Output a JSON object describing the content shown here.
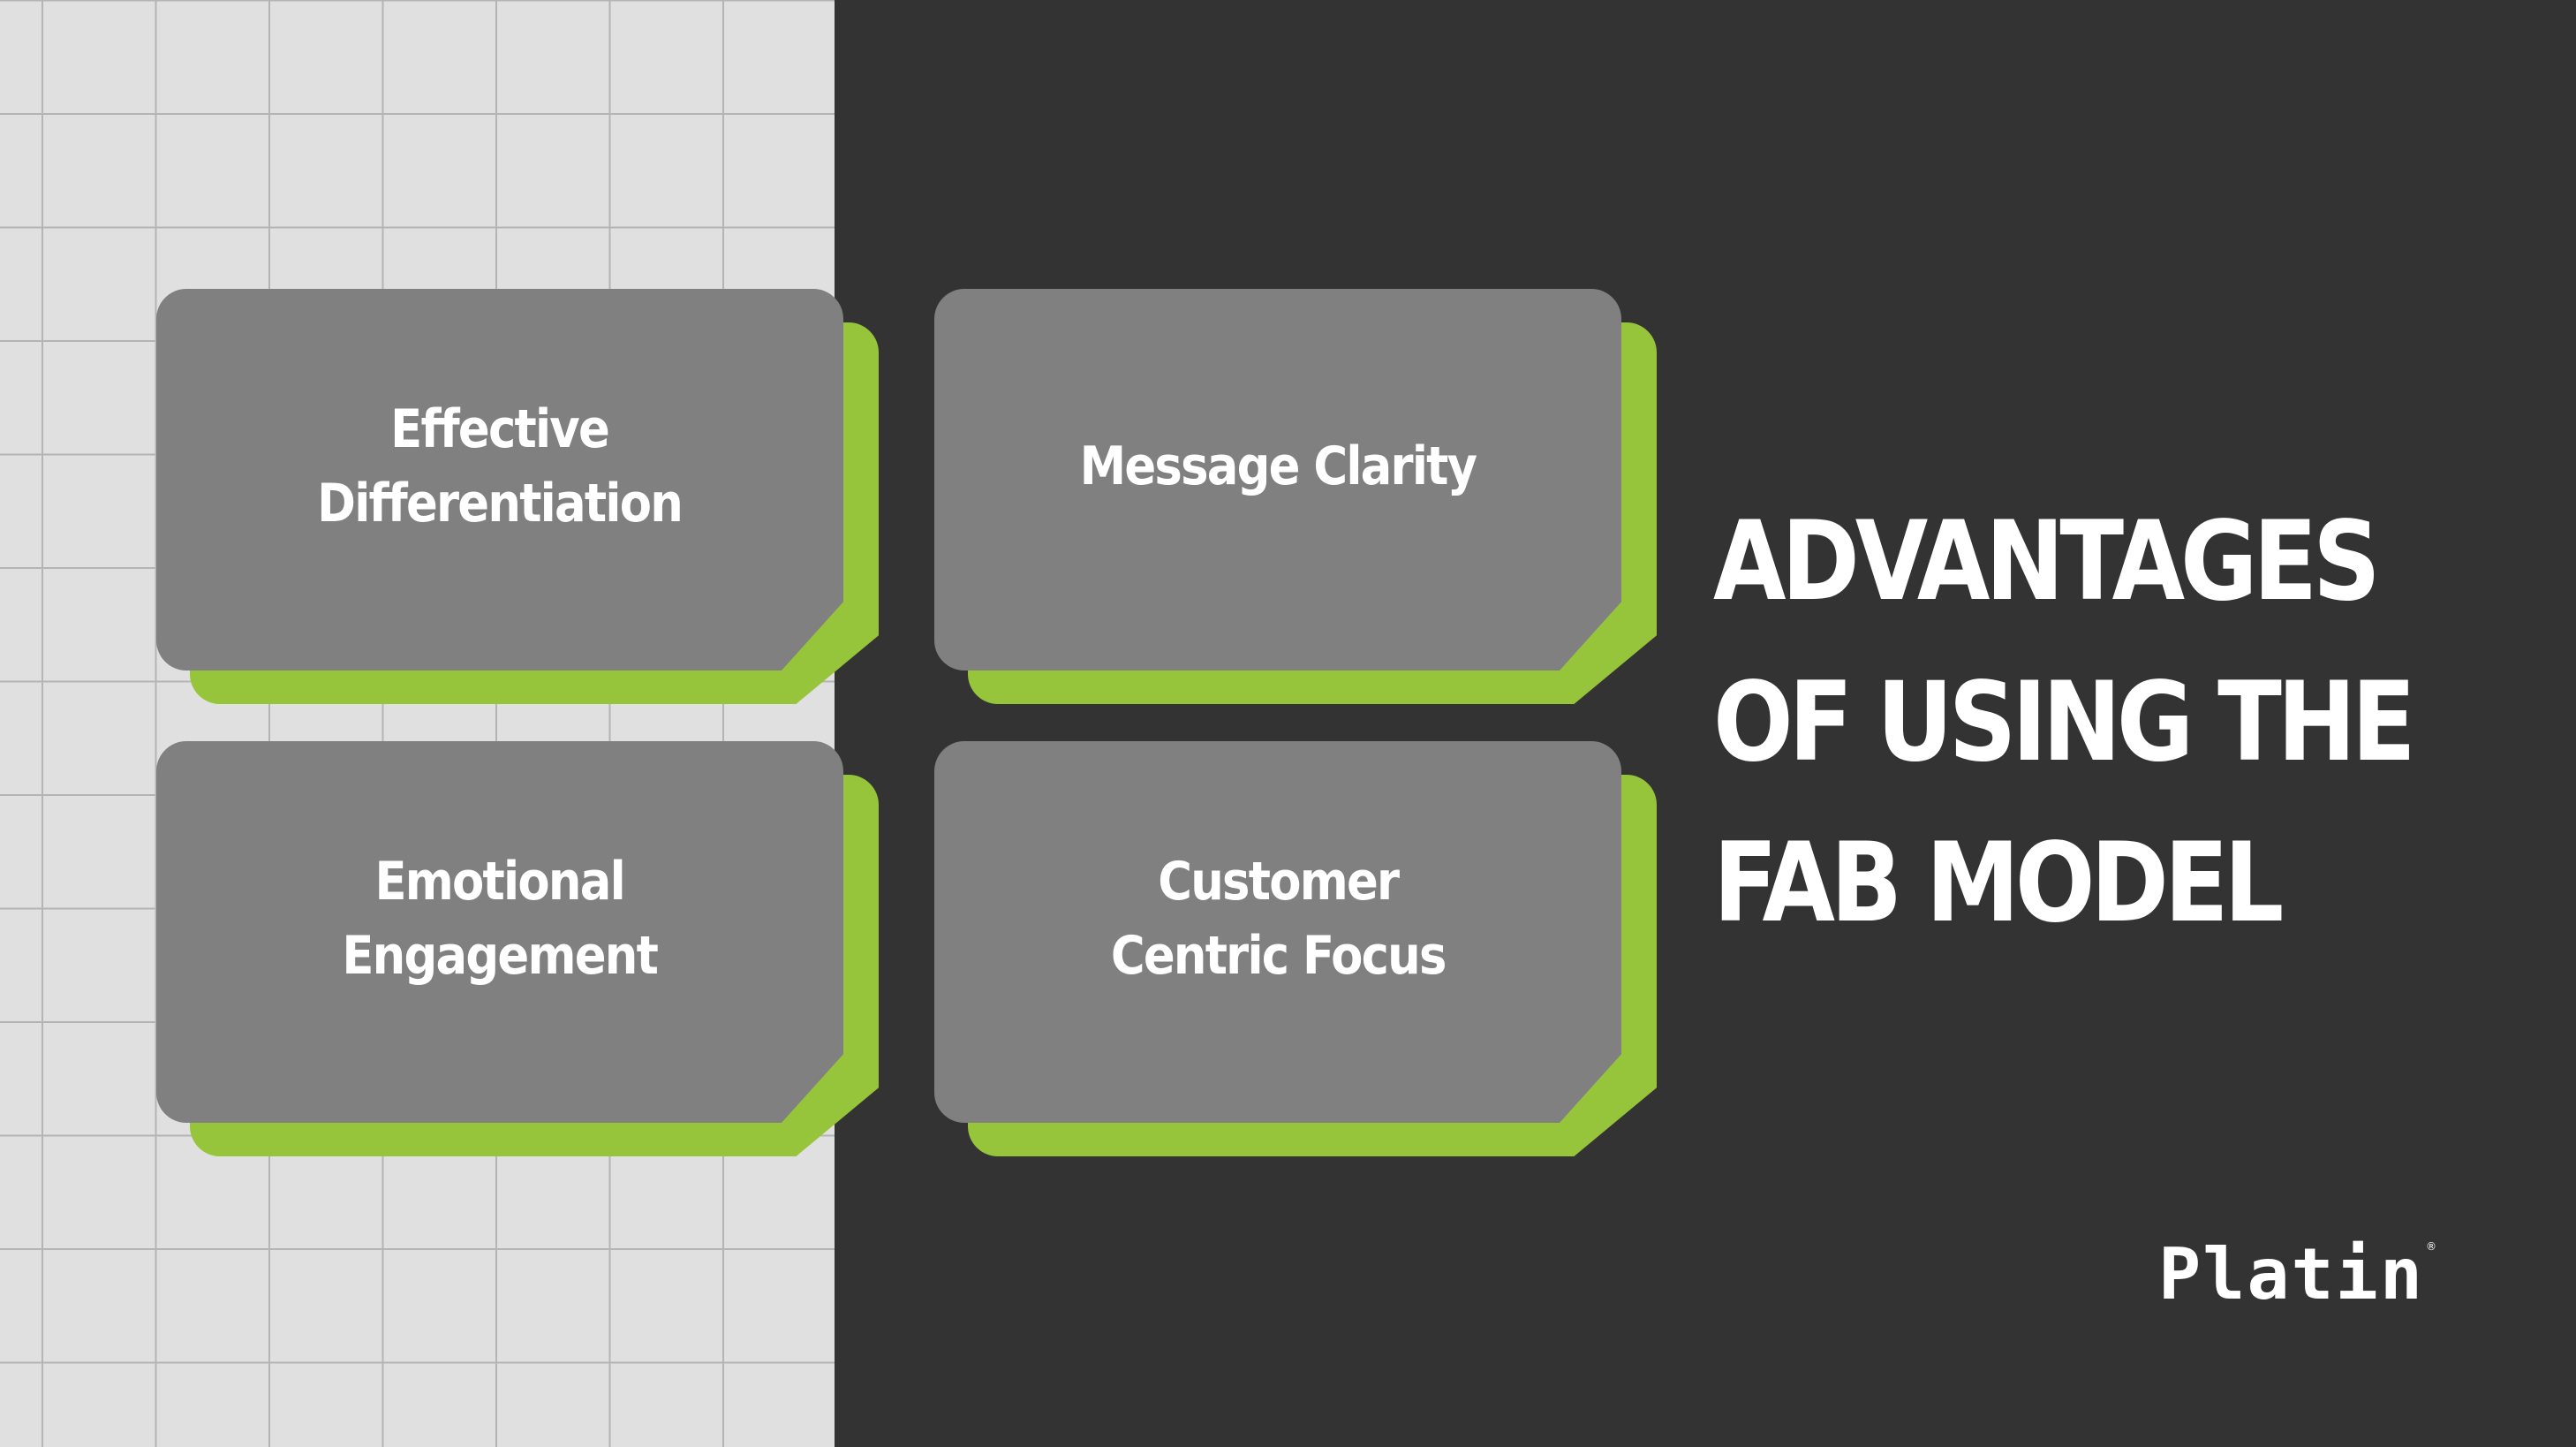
{
  "colors": {
    "grid_background": "#e0e0e0",
    "grid_lines": "#b4b4b4",
    "dark_background": "#333333",
    "card": "#808080",
    "accent_green": "#96c43b",
    "text": "#ffffff"
  },
  "cards": [
    {
      "label": "Effective\nDifferentiation"
    },
    {
      "label": "Message Clarity"
    },
    {
      "label": "Emotional\nEngagement"
    },
    {
      "label": "Customer\nCentric Focus"
    }
  ],
  "title": {
    "lines": [
      "ADVANTAGES",
      "OF USING THE",
      "FAB MODEL"
    ]
  },
  "logo": {
    "text": "Platin",
    "registered_mark": "®"
  }
}
